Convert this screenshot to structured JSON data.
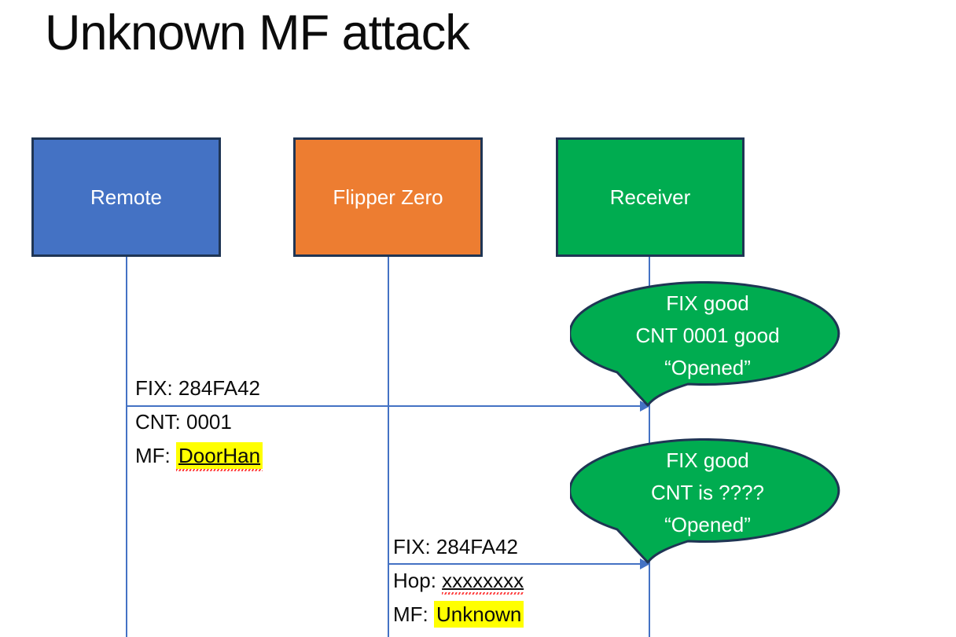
{
  "title": "Unknown MF attack",
  "colors": {
    "remote_fill": "#4472C4",
    "flipper_fill": "#ED7D31",
    "receiver_fill": "#00AC50",
    "shape_border": "#1F3554",
    "lifeline_arrow": "#4472C4",
    "bubble_fill": "#00AC50",
    "highlight": "#FFFF00",
    "spellcheck_squiggle": "#FF4040",
    "text_dark": "#0B0B0B",
    "text_light": "#FFFFFF"
  },
  "actors": [
    {
      "id": "remote",
      "label": "Remote"
    },
    {
      "id": "flipper",
      "label": "Flipper Zero"
    },
    {
      "id": "receiver",
      "label": "Receiver"
    }
  ],
  "messages": [
    {
      "from": "Remote",
      "to": "Receiver",
      "lines": [
        {
          "text": "FIX: 284FA42"
        },
        {
          "text": "CNT: 0001"
        },
        {
          "prefix": "MF: ",
          "value": "DoorHan",
          "highlight": true,
          "underline": true,
          "spellcheck": true
        }
      ]
    },
    {
      "from": "Flipper Zero",
      "to": "Receiver",
      "lines": [
        {
          "text": "FIX: 284FA42"
        },
        {
          "prefix": "Hop: ",
          "value": "xxxxxxxx",
          "highlight": false,
          "underline": true,
          "spellcheck": true
        },
        {
          "prefix": "MF: ",
          "value": "Unknown",
          "highlight": true,
          "underline": false,
          "spellcheck": false
        }
      ]
    }
  ],
  "bubbles": [
    {
      "speaker": "Receiver",
      "lines": [
        "FIX good",
        "CNT 0001 good",
        "“Opened”"
      ]
    },
    {
      "speaker": "Receiver",
      "lines": [
        "FIX good",
        "CNT is ????",
        "“Opened”"
      ]
    }
  ]
}
